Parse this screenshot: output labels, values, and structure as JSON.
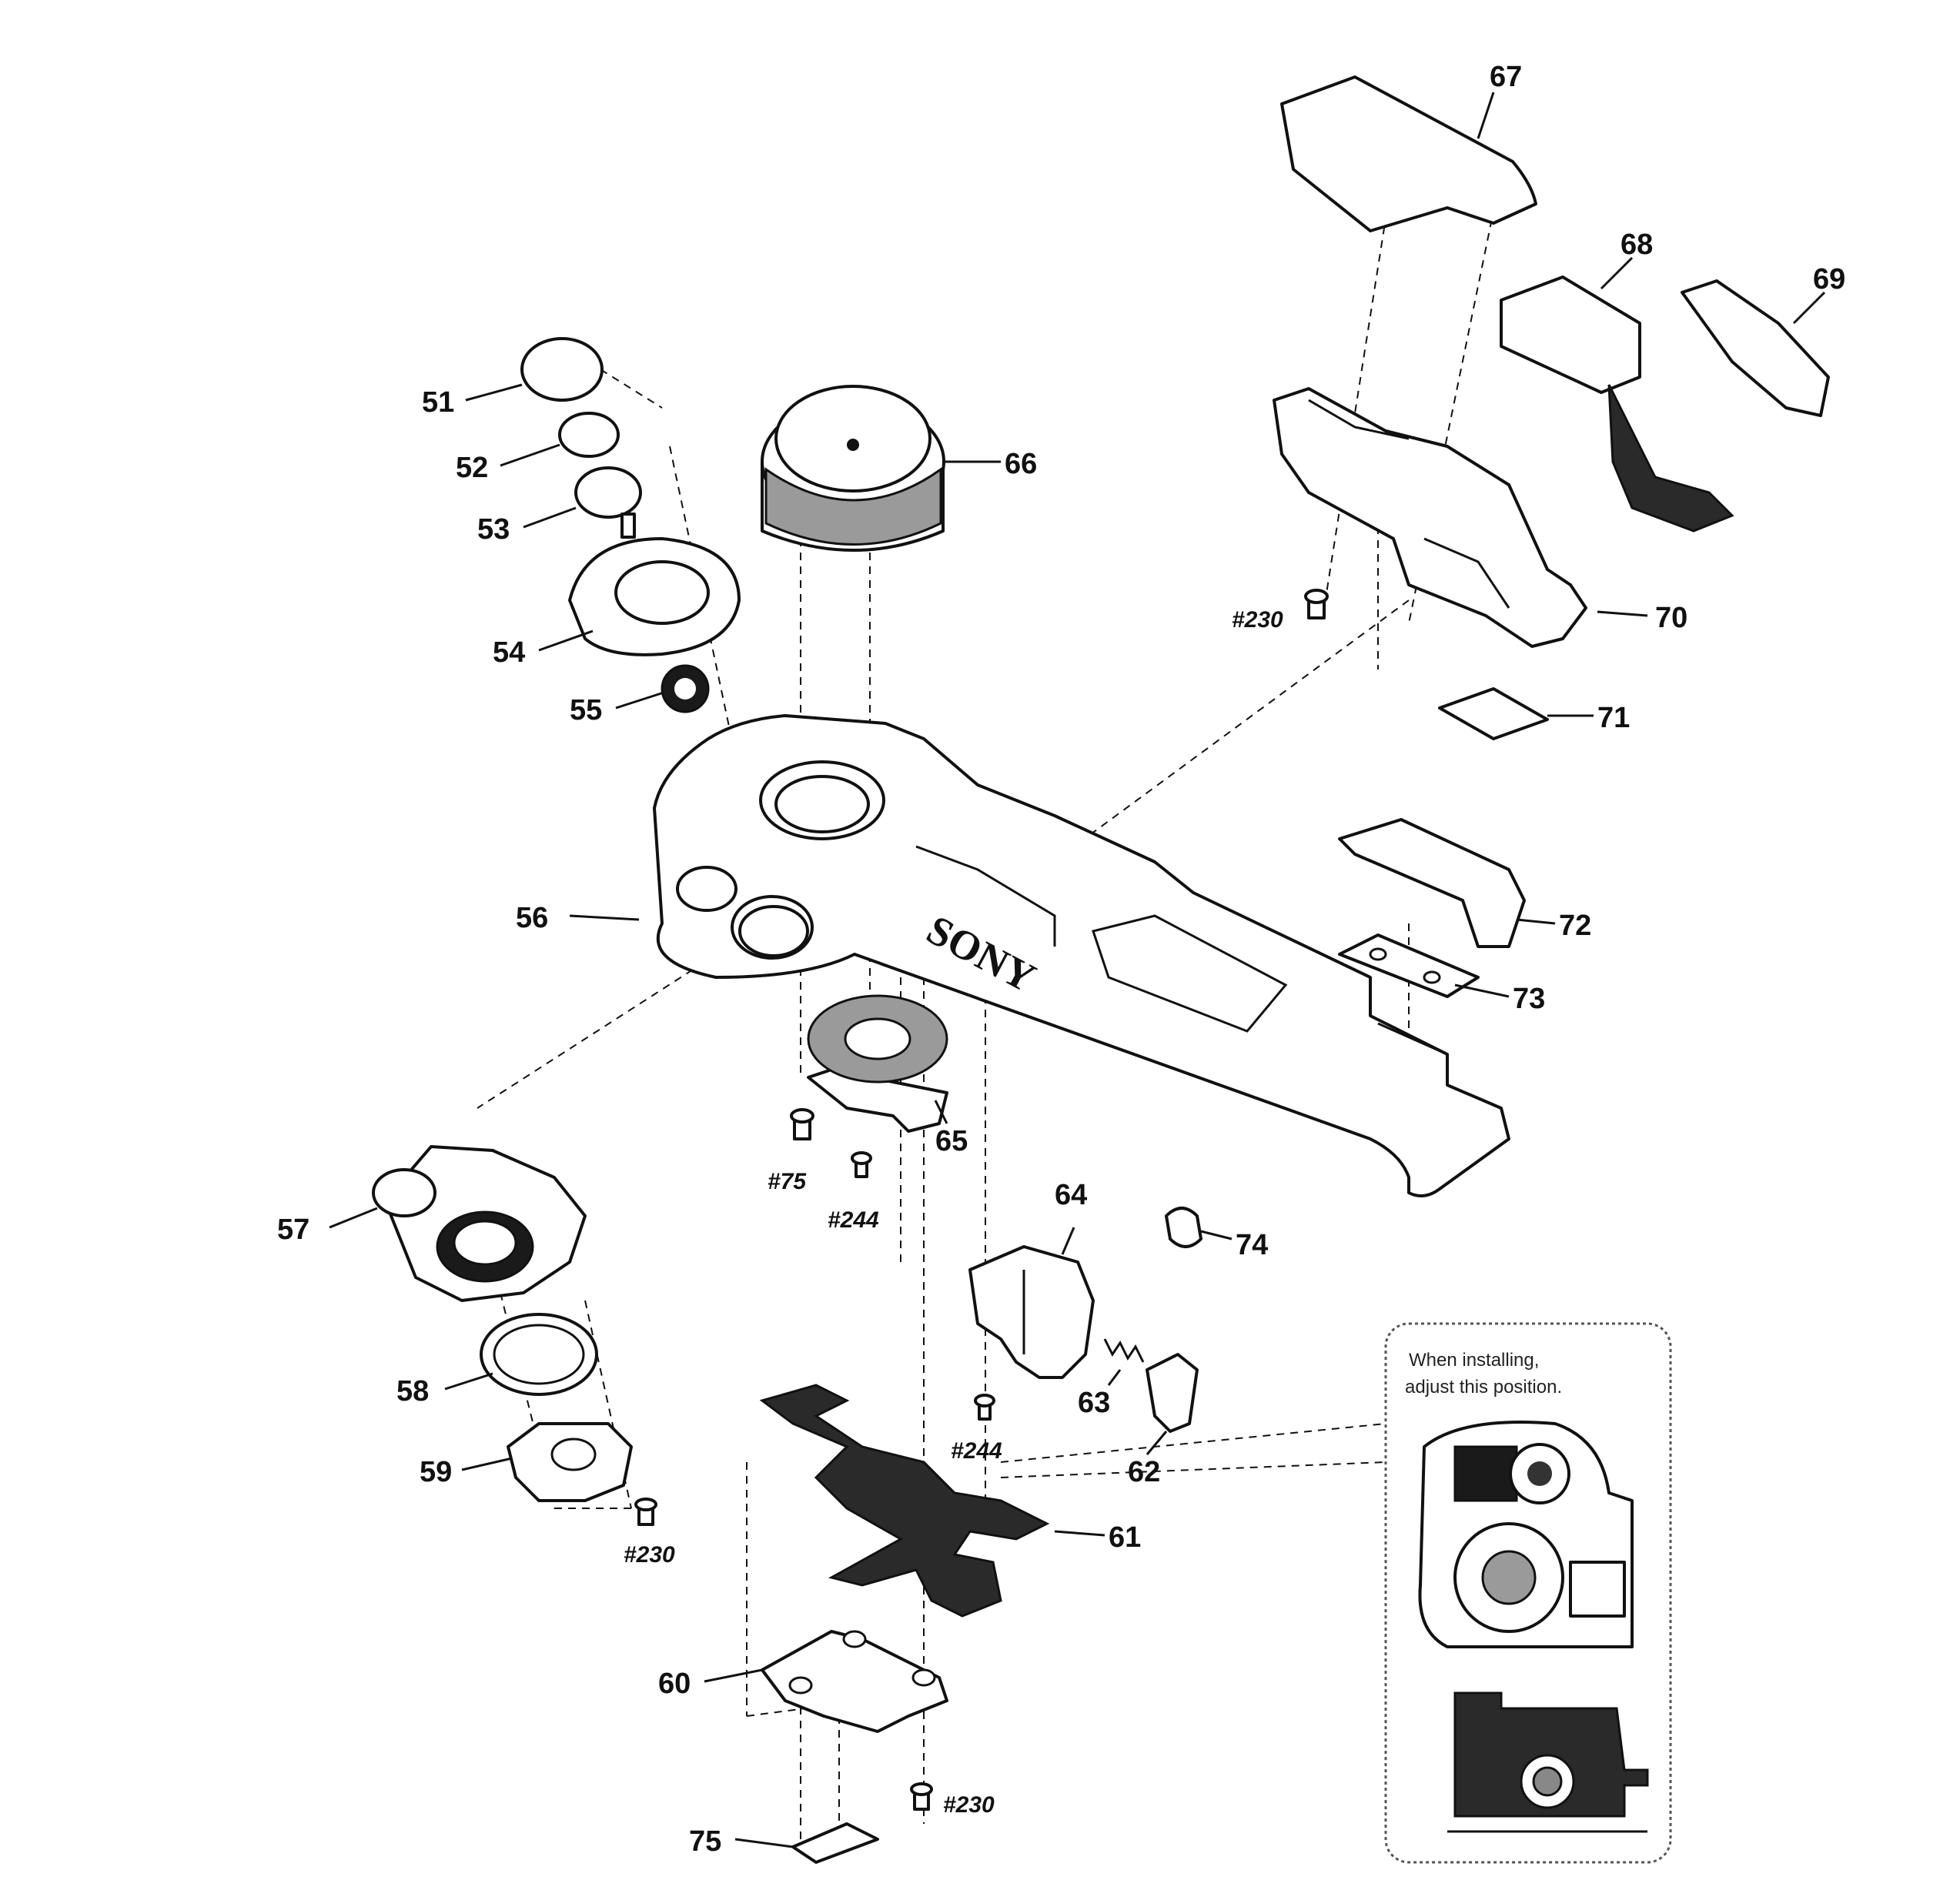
{
  "diagram": {
    "brand_logo": "SONY",
    "parts": {
      "p51": "51",
      "p52": "52",
      "p53": "53",
      "p54": "54",
      "p55": "55",
      "p56": "56",
      "p57": "57",
      "p58": "58",
      "p59": "59",
      "p60": "60",
      "p61": "61",
      "p62": "62",
      "p63": "63",
      "p64": "64",
      "p65": "65",
      "p66": "66",
      "p67": "67",
      "p68": "68",
      "p69": "69",
      "p70": "70",
      "p71": "71",
      "p72": "72",
      "p73": "73",
      "p74": "74",
      "p75": "75"
    },
    "screws": {
      "s230_a": "#230",
      "s230_b": "#230",
      "s230_c": "#230",
      "s75": "#75",
      "s244_a": "#244",
      "s244_b": "#244"
    },
    "inset_note": {
      "line1": "When installing,",
      "line2": "adjust this position."
    }
  }
}
